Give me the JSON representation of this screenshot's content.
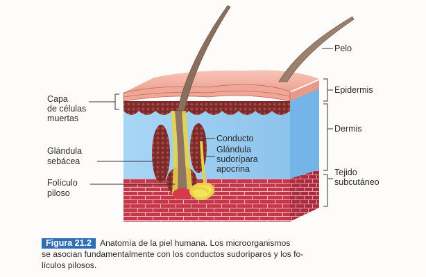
{
  "labels": {
    "pelo": "Pelo",
    "epidermis": "Epidermis",
    "dermis": "Dermis",
    "tejido_1": "Tejido",
    "tejido_2": "subcutáneo",
    "capa_1": "Capa",
    "capa_2": "de células",
    "capa_3": "muertas",
    "conducto": "Conducto",
    "glandula_sudoripara_1": "Glándula",
    "glandula_sudoripara_2": "sudorípara",
    "glandula_sudoripara_3": "apocrina",
    "glandula_sebacea_1": "Glándula",
    "glandula_sebacea_2": "sebácea",
    "foliculo_1": "Folículo",
    "foliculo_2": "piloso"
  },
  "caption": {
    "tag": "Figura 21.2",
    "line1": "Anatomía de la piel humana. Los microorganismos",
    "line2": "se asocian fundamentalmente con los conductos sudoríparos y los fo-",
    "line3": "lículos pilosos."
  },
  "colors": {
    "epidermis": "#f2b2a4",
    "dermis": "#9ccdf0",
    "subcutaneous": "#c4384a",
    "hair": "#8a6f5e",
    "gland": "#f3e45a",
    "caption_tag": "#2f6fb6"
  }
}
